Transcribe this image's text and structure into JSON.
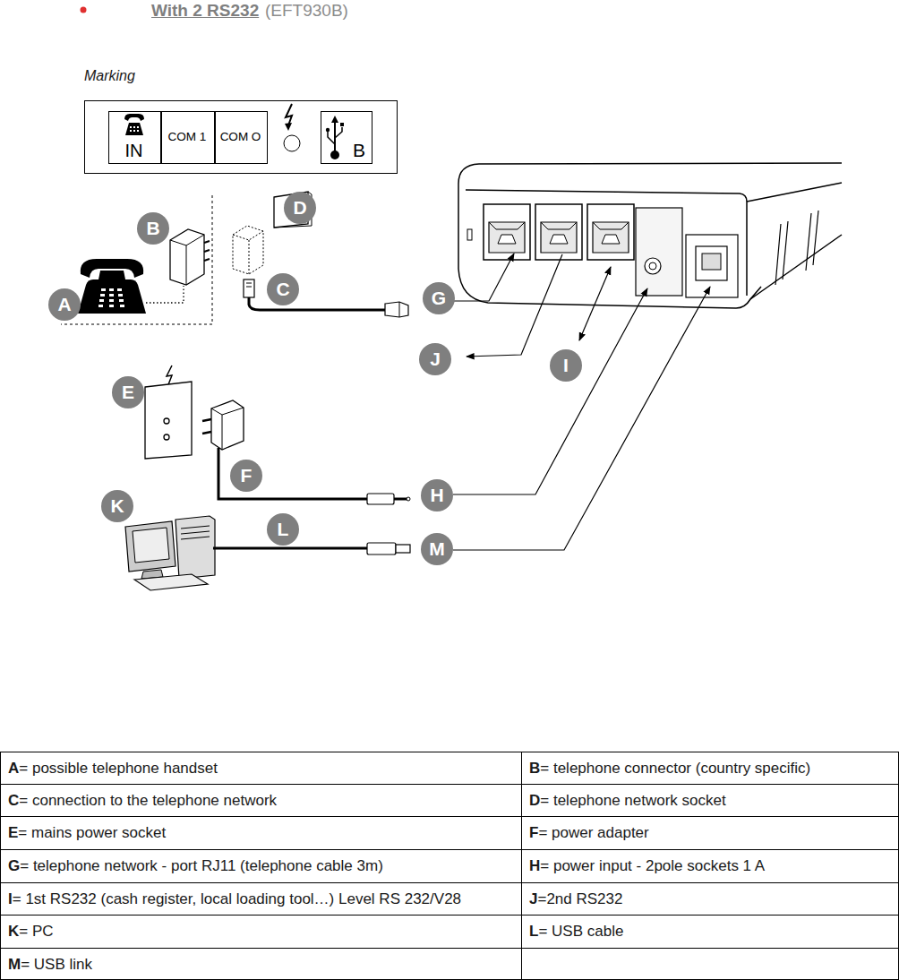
{
  "diagram": {
    "title": "With 2 RS232",
    "nodes": [
      {
        "text": [
          "IN"
        ]
      },
      {
        "text": [
          "COM 1"
        ]
      },
      {
        "text": [
          "COM O"
        ]
      },
      {
        "text": [
          "B"
        ]
      },
      {
        "text": [
          "D"
        ]
      },
      {
        "text": [
          "B"
        ]
      },
      {
        "text": [
          "C"
        ]
      },
      {
        "text": [
          "G"
        ]
      },
      {
        "text": [
          "A"
        ]
      },
      {
        "text": [
          "J"
        ]
      },
      {
        "text": [
          "I"
        ]
      },
      {
        "text": [
          "E"
        ]
      },
      {
        "text": [
          "F"
        ]
      },
      {
        "text": [
          "H"
        ]
      },
      {
        "text": [
          "K"
        ]
      },
      {
        "text": [
          "L"
        ]
      },
      {
        "text": [
          "M"
        ]
      }
    ],
    "labels": [
      "(EFT930B)",
      "Marking",
      "A = possible telephone handset",
      "B = telephone connector (country specific)",
      "C = connection to the telephone network",
      "D = telephone network socket",
      "E = mains power socket",
      "F = power adapter",
      "G = telephone network - port RJ11 (telephone cable 3m)",
      "H = power input - 2pole sockets 1 A",
      "I = 1st RS232 (cash register, local loading tool…) Level RS 232/V28",
      "J =2nd RS232",
      "K = PC",
      "L = USB cable",
      "M = USB link"
    ]
  }
}
